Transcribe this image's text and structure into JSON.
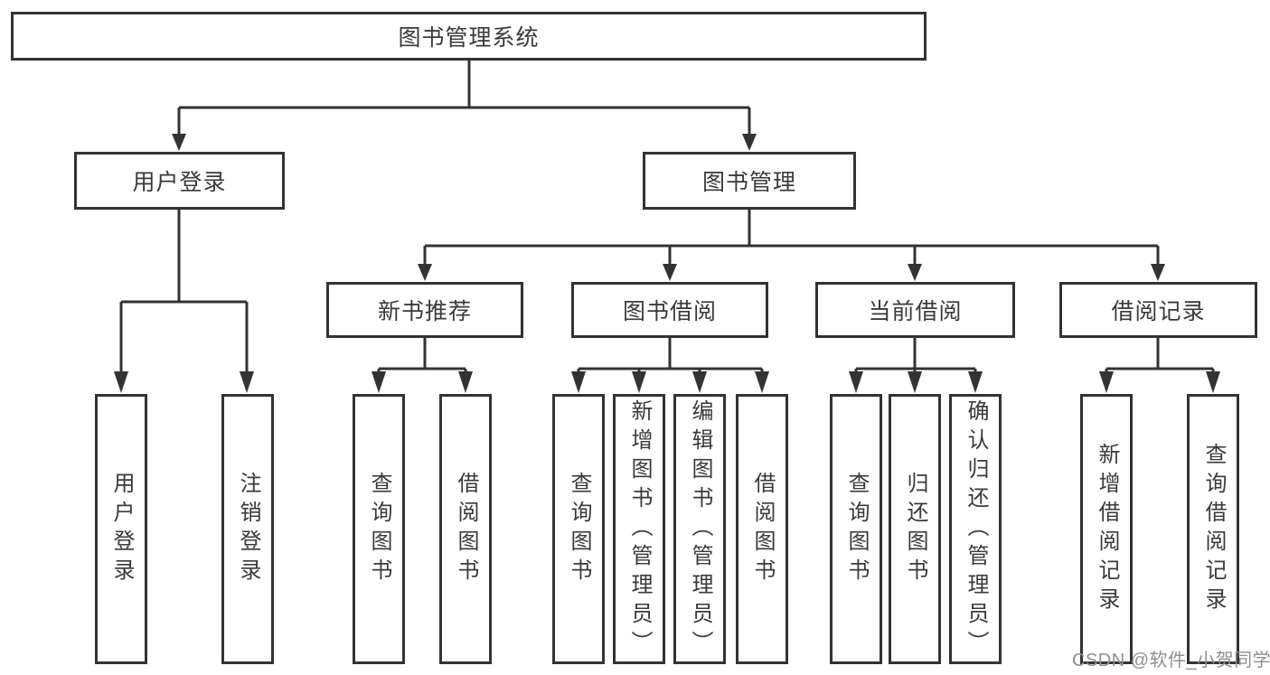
{
  "root": {
    "label": "图书管理系统"
  },
  "login": {
    "label": "用户登录",
    "children": [
      {
        "label": "用户登录"
      },
      {
        "label": "注销登录"
      }
    ]
  },
  "management": {
    "label": "图书管理"
  },
  "sections": [
    {
      "label": "新书推荐",
      "children": [
        {
          "label": "查询图书"
        },
        {
          "label": "借阅图书"
        }
      ]
    },
    {
      "label": "图书借阅",
      "children": [
        {
          "label": "查询图书"
        },
        {
          "label": "新增图书（管理员）"
        },
        {
          "label": "编辑图书（管理员）"
        },
        {
          "label": "借阅图书"
        }
      ]
    },
    {
      "label": "当前借阅",
      "children": [
        {
          "label": "查询图书"
        },
        {
          "label": "归还图书"
        },
        {
          "label": "确认归还（管理员）"
        }
      ]
    },
    {
      "label": "借阅记录",
      "children": [
        {
          "label": "新增借阅记录"
        },
        {
          "label": "查询借阅记录"
        }
      ]
    }
  ],
  "watermark": "CSDN @软件_小贺同学"
}
